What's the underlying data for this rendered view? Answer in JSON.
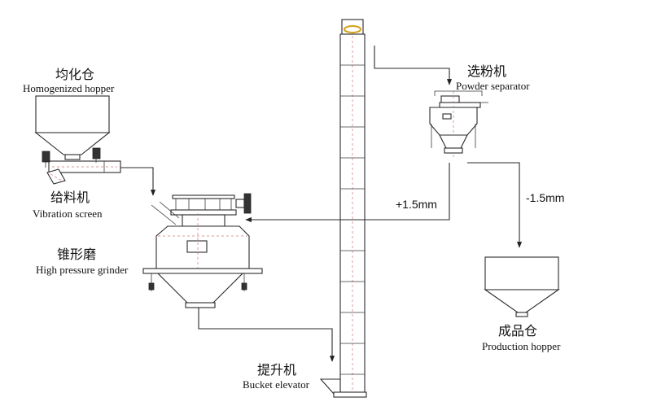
{
  "labels": {
    "homogenized_cn": "均化仓",
    "homogenized_en": "Homogenized hopper",
    "feeder_cn": "给料机",
    "feeder_en": "Vibration screen",
    "grinder_cn": "锥形磨",
    "grinder_en": "High pressure grinder",
    "elevator_cn": "提升机",
    "elevator_en": "Bucket elevator",
    "separator_cn": "选粉机",
    "separator_en": "Powder separator",
    "product_cn": "成品仓",
    "product_en": "Production hopper",
    "coarse": "+1.5mm",
    "fine": "-1.5mm"
  },
  "colors": {
    "line": "#2a2a2a",
    "accent_dash": "#cc7777",
    "elevator_head": "#d4a017"
  }
}
